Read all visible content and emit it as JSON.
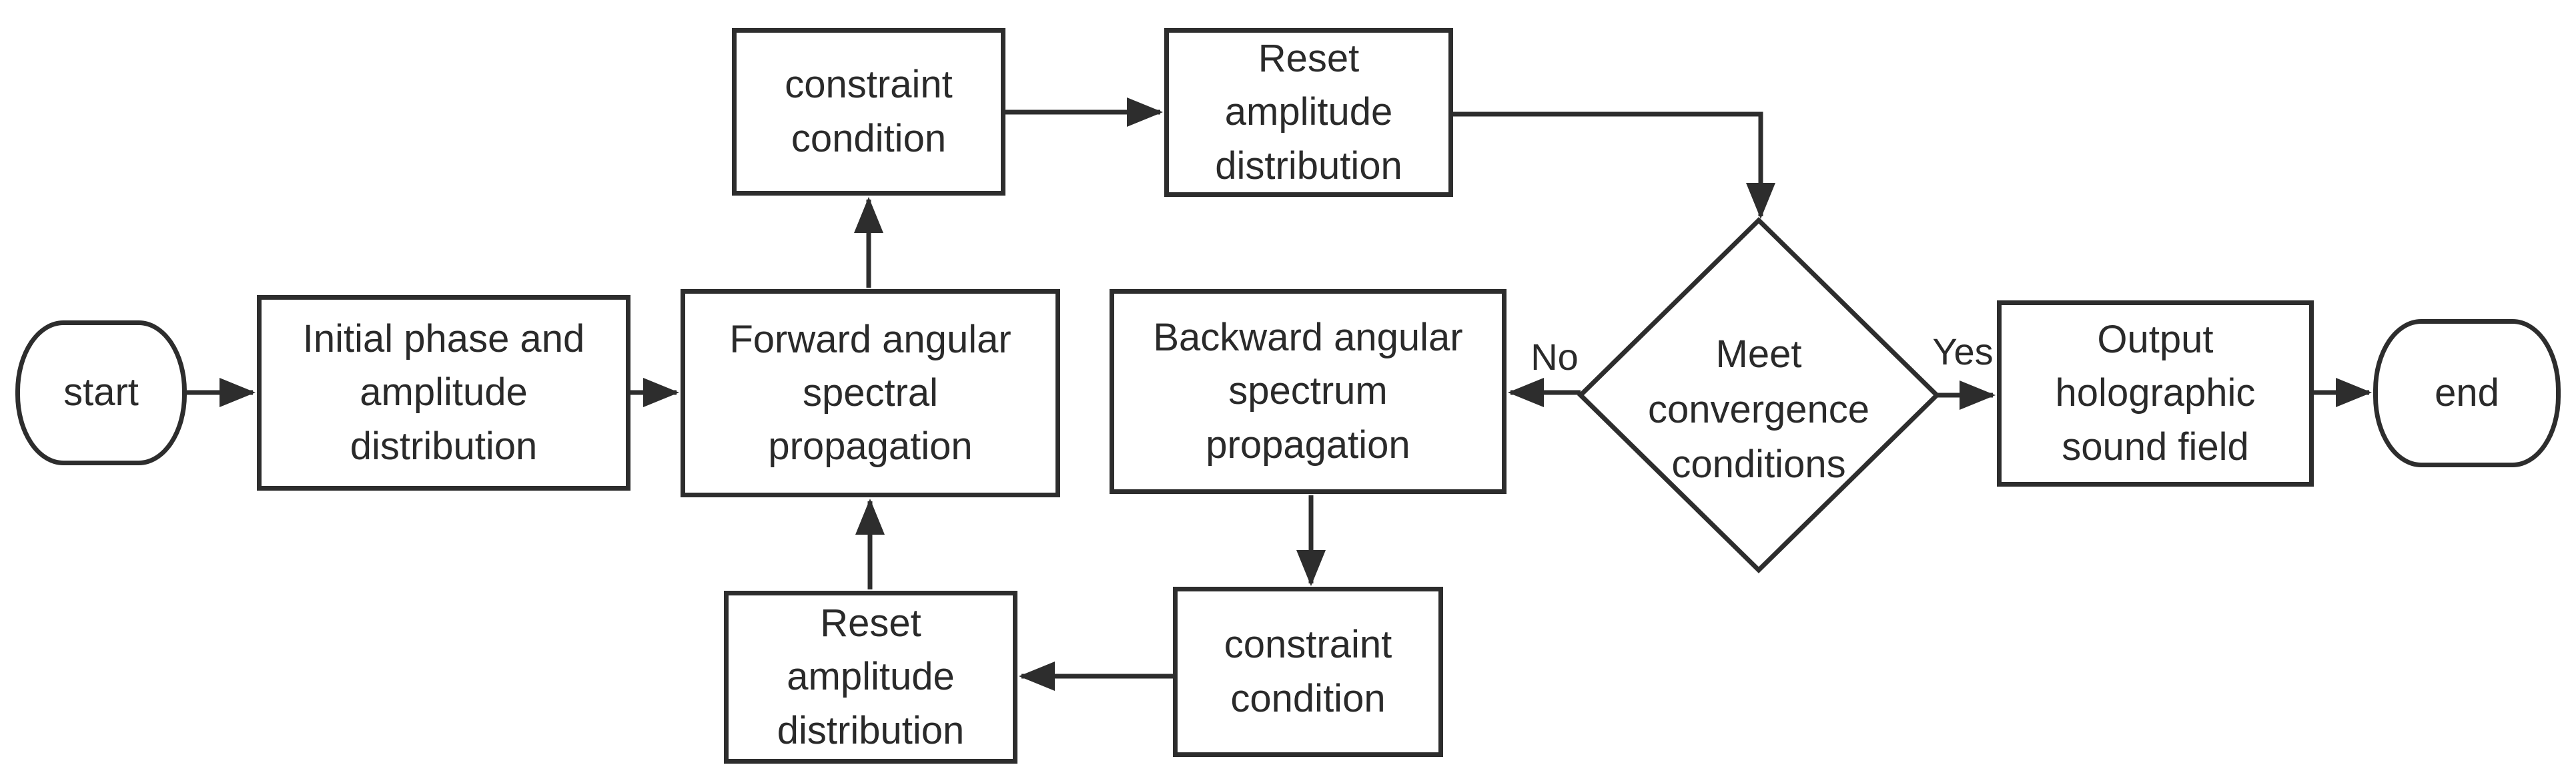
{
  "figure": {
    "type": "flowchart",
    "background_color": "#ffffff",
    "ink_color": "#2d2d2d"
  },
  "nodes": {
    "start": {
      "shape": "terminator",
      "label": "start"
    },
    "initial": {
      "shape": "process",
      "label": "Initial phase and\namplitude\ndistribution"
    },
    "forward": {
      "shape": "process",
      "label": "Forward angular\nspectral\npropagation"
    },
    "constraint_top": {
      "shape": "process",
      "label": "constraint\ncondition"
    },
    "reset_top": {
      "shape": "process",
      "label": "Reset\namplitude\ndistribution"
    },
    "backward": {
      "shape": "process",
      "label": "Backward angular\nspectrum\npropagation"
    },
    "decision": {
      "shape": "decision",
      "label": "Meet\nconvergence\nconditions"
    },
    "output": {
      "shape": "process",
      "label": "Output\nholographic\nsound field"
    },
    "end": {
      "shape": "terminator",
      "label": "end"
    },
    "constraint_bottom": {
      "shape": "process",
      "label": "constraint\ncondition"
    },
    "reset_bottom": {
      "shape": "process",
      "label": "Reset\namplitude\ndistribution"
    }
  },
  "edges": {
    "no_label": "No",
    "yes_label": "Yes"
  }
}
